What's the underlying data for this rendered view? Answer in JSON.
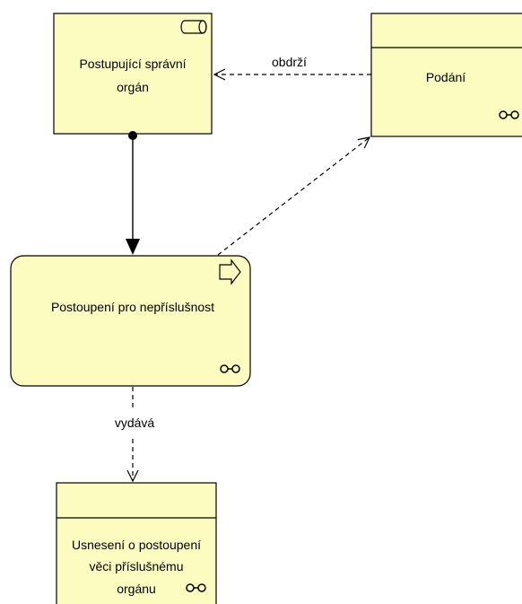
{
  "colors": {
    "node_fill": "#fdfcc0",
    "node_stroke": "#000000",
    "edge": "#000000"
  },
  "nodes": {
    "actor": {
      "label_lines": [
        "Postupující správní",
        "orgán"
      ],
      "icon": "role-icon"
    },
    "object_podani": {
      "label_lines": [
        "Podání"
      ],
      "icon": "representation-icon"
    },
    "process": {
      "label_lines": [
        "Postoupení pro nepříslušnost"
      ],
      "icons": [
        "event-arrow-icon",
        "representation-icon"
      ]
    },
    "object_usneseni": {
      "label_lines": [
        "Usnesení o postoupení",
        "věci příslušnému",
        "orgánu"
      ],
      "icon": "representation-icon"
    }
  },
  "edges": {
    "obdrzi": {
      "label": "obdrží"
    },
    "vydava": {
      "label": "vydává"
    },
    "assignment": {
      "label": ""
    },
    "access": {
      "label": ""
    }
  }
}
